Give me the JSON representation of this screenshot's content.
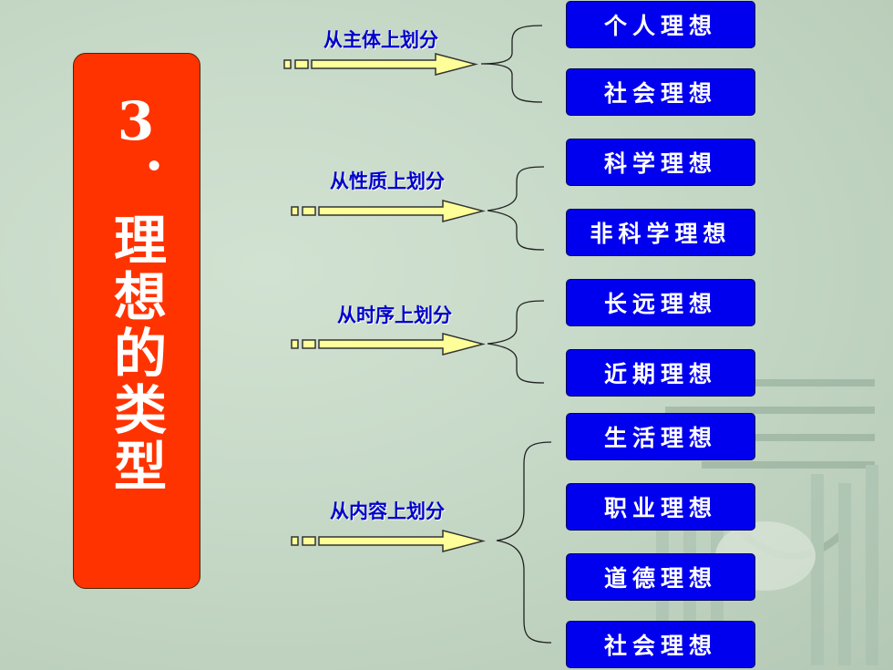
{
  "title": "3．理想的类型",
  "groups": [
    {
      "label": "从主体上划分",
      "items": [
        "个人理想",
        "社会理想"
      ]
    },
    {
      "label": "从性质上划分",
      "items": [
        "科学理想",
        "非科学理想"
      ]
    },
    {
      "label": "从时序上划分",
      "items": [
        "长远理想",
        "近期理想"
      ]
    },
    {
      "label": "从内容上划分",
      "items": [
        "生活理想",
        "职业理想",
        "道德理想",
        "社会理想"
      ]
    }
  ],
  "colors": {
    "title_box": "#ff3300",
    "item_box": "#0000ee",
    "label_text": "#0000cc",
    "arrow_fill": "#ffff99"
  }
}
